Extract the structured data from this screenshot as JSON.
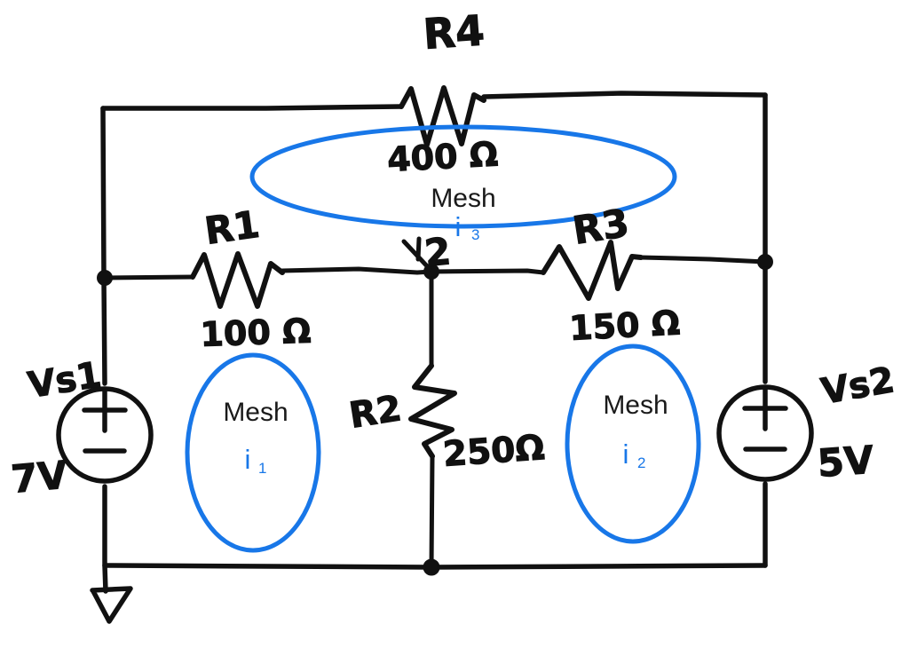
{
  "diagram": {
    "title": "Mesh analysis circuit",
    "accent_color": "#1877e8",
    "ink_color": "#111111",
    "background": "#ffffff"
  },
  "resistors": [
    {
      "ref": "R4",
      "value": "400 Ω",
      "orientation": "horizontal",
      "position": "top-branch"
    },
    {
      "ref": "R1",
      "value": "100 Ω",
      "orientation": "horizontal",
      "position": "middle-left-branch"
    },
    {
      "ref": "R2",
      "value": "250Ω",
      "orientation": "vertical",
      "position": "center-vertical-branch"
    },
    {
      "ref": "R3",
      "value": "150 Ω",
      "orientation": "horizontal",
      "position": "middle-right-branch"
    }
  ],
  "sources": [
    {
      "ref": "Vs1",
      "value": "7V",
      "polarity_top": "+",
      "polarity_bottom": "−",
      "position": "left-rail"
    },
    {
      "ref": "Vs2",
      "value": "5V",
      "polarity_top": "+",
      "polarity_bottom": "−",
      "position": "right-rail"
    }
  ],
  "meshes": [
    {
      "word": "Mesh",
      "current": "i",
      "subscript": "1",
      "shape": "ellipse",
      "region": "bottom-left"
    },
    {
      "word": "Mesh",
      "current": "i",
      "subscript": "2",
      "shape": "ellipse",
      "region": "bottom-right"
    },
    {
      "word": "Mesh",
      "current": "i",
      "subscript": "3",
      "shape": "ellipse",
      "region": "top"
    }
  ],
  "nodes": [
    {
      "label": "2",
      "marker": "arrow-down",
      "position": "center-middle-junction"
    }
  ],
  "ground": {
    "symbol": "earth-triangle",
    "position": "bottom-left"
  }
}
